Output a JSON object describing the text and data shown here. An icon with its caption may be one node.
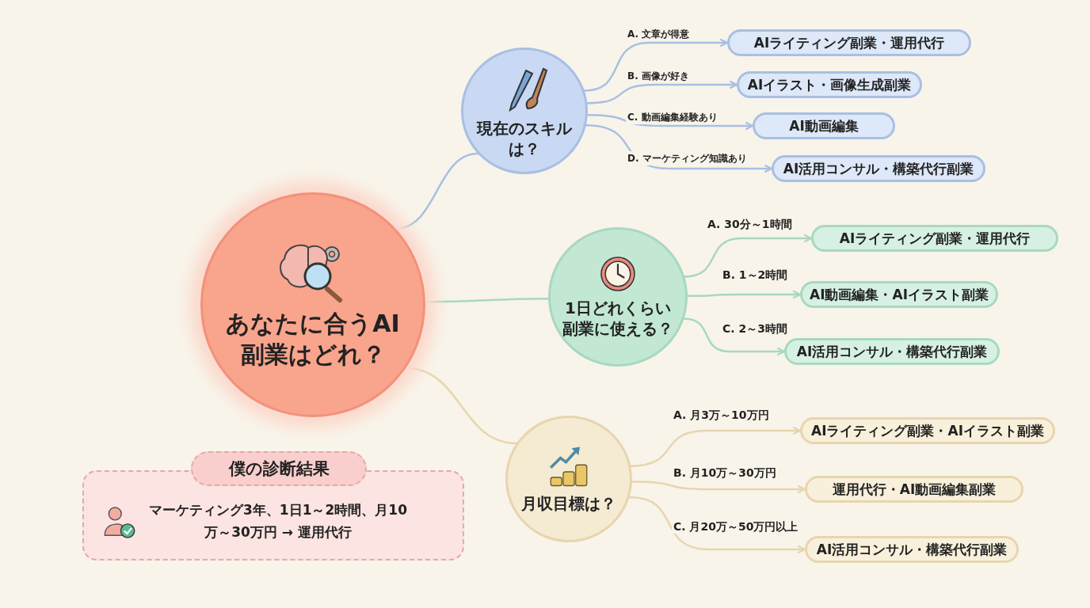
{
  "diagram": {
    "nodes": [
      {
        "text": [
          "あなたに合うAI副業はどれ？"
        ]
      },
      {
        "text": [
          "現在のスキルは？"
        ]
      },
      {
        "text": [
          "AIライティング副業・運用代行"
        ]
      },
      {
        "text": [
          "AIイラスト・画像生成副業"
        ]
      },
      {
        "text": [
          "AI動画編集"
        ]
      },
      {
        "text": [
          "AI活用コンサル・構築代行副業"
        ]
      },
      {
        "text": [
          "1日どれくらい副業に使える？"
        ]
      },
      {
        "text": [
          "AIライティング副業・運用代行"
        ]
      },
      {
        "text": [
          "AI動画編集・AIイラスト副業"
        ]
      },
      {
        "text": [
          "AI活用コンサル・構築代行副業"
        ]
      },
      {
        "text": [
          "月収目標は？"
        ]
      },
      {
        "text": [
          "AIライティング副業・AIイラスト副業"
        ]
      },
      {
        "text": [
          "運用代行・AI動画編集副業"
        ]
      },
      {
        "text": [
          "AI活用コンサル・構築代行副業"
        ]
      },
      {
        "text": [
          "僕の診断結果",
          "マーケティング3年、1日1～2時間、月10万～30万円 → 運用代行"
        ]
      }
    ],
    "edges": [
      {
        "from": 0,
        "to": 1,
        "arrow": "none",
        "color": "#a9bfe3"
      },
      {
        "from": 0,
        "to": 6,
        "arrow": "none",
        "color": "#a8d8c0"
      },
      {
        "from": 0,
        "to": 10,
        "arrow": "none",
        "color": "#e8d5ae"
      },
      {
        "from": 1,
        "to": 2,
        "arrow": "to",
        "label": "A. 文章が得意",
        "color": "#a9bfe3"
      },
      {
        "from": 1,
        "to": 3,
        "arrow": "to",
        "label": "B. 画像が好き",
        "color": "#a9bfe3"
      },
      {
        "from": 1,
        "to": 4,
        "arrow": "to",
        "label": "C. 動画編集経験あり",
        "color": "#a9bfe3"
      },
      {
        "from": 1,
        "to": 5,
        "arrow": "to",
        "label": "D. マーケティング知識あり",
        "color": "#a9bfe3"
      },
      {
        "from": 6,
        "to": 7,
        "arrow": "to",
        "label": "A. 30分～1時間",
        "color": "#a8d8c0"
      },
      {
        "from": 6,
        "to": 8,
        "arrow": "to",
        "label": "B. 1～2時間",
        "color": "#a8d8c0"
      },
      {
        "from": 6,
        "to": 9,
        "arrow": "to",
        "label": "C. 2～3時間",
        "color": "#a8d8c0"
      },
      {
        "from": 10,
        "to": 11,
        "arrow": "to",
        "label": "A. 月3万～10万円",
        "color": "#e8d5ae"
      },
      {
        "from": 10,
        "to": 12,
        "arrow": "to",
        "label": "B. 月10万～30万円",
        "color": "#e8d5ae"
      },
      {
        "from": 10,
        "to": 13,
        "arrow": "to",
        "label": "C. 月20万～50万円以上",
        "color": "#e8d5ae"
      }
    ]
  }
}
